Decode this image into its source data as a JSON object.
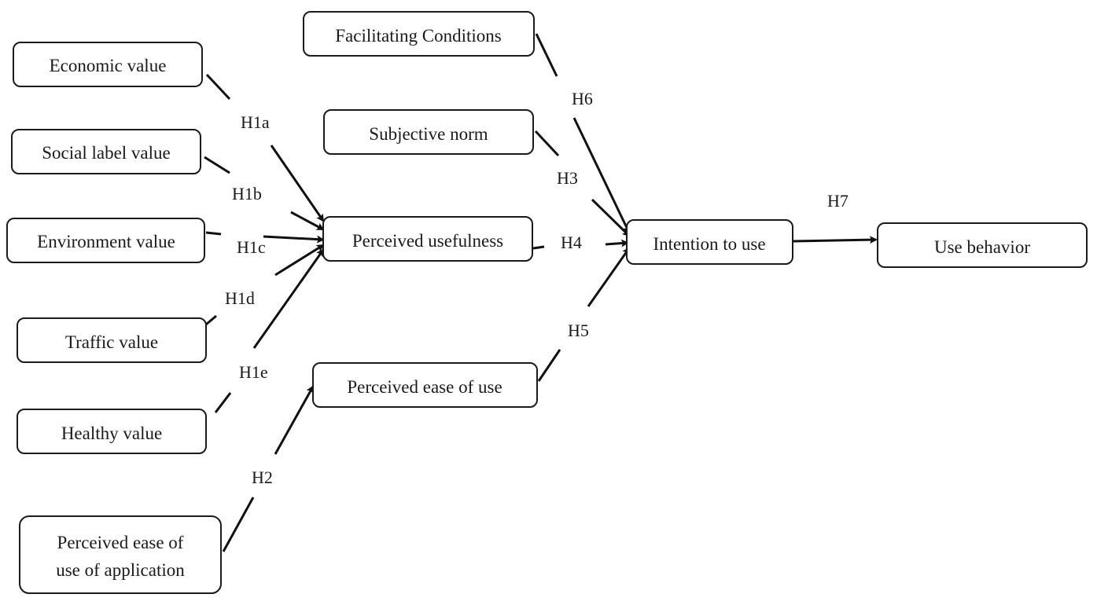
{
  "nodes": {
    "economic_value": "Economic value",
    "social_label_value": "Social label value",
    "environment_value": "Environment value",
    "traffic_value": "Traffic value",
    "healthy_value": "Healthy value",
    "perceived_ease_app_line1": "Perceived ease of",
    "perceived_ease_app_line2": "use of application",
    "facilitating_conditions": "Facilitating Conditions",
    "subjective_norm": "Subjective norm",
    "perceived_usefulness": "Perceived usefulness",
    "perceived_ease_of_use": "Perceived ease of use",
    "intention_to_use": "Intention to use",
    "use_behavior": "Use behavior"
  },
  "hypotheses": {
    "h1a": "H1a",
    "h1b": "H1b",
    "h1c": "H1c",
    "h1d": "H1d",
    "h1e": "H1e",
    "h2": "H2",
    "h3": "H3",
    "h4": "H4",
    "h5": "H5",
    "h6": "H6",
    "h7": "H7"
  },
  "edges": [
    {
      "from": "economic_value",
      "to": "perceived_usefulness",
      "label": "h1a"
    },
    {
      "from": "social_label_value",
      "to": "perceived_usefulness",
      "label": "h1b"
    },
    {
      "from": "environment_value",
      "to": "perceived_usefulness",
      "label": "h1c"
    },
    {
      "from": "traffic_value",
      "to": "perceived_usefulness",
      "label": "h1d"
    },
    {
      "from": "healthy_value",
      "to": "perceived_usefulness",
      "label": "h1e"
    },
    {
      "from": "perceived_ease_app",
      "to": "perceived_ease_of_use",
      "label": "h2"
    },
    {
      "from": "subjective_norm",
      "to": "intention_to_use",
      "label": "h3"
    },
    {
      "from": "perceived_usefulness",
      "to": "intention_to_use",
      "label": "h4"
    },
    {
      "from": "perceived_ease_of_use",
      "to": "intention_to_use",
      "label": "h5"
    },
    {
      "from": "facilitating_conditions",
      "to": "intention_to_use",
      "label": "h6"
    },
    {
      "from": "intention_to_use",
      "to": "use_behavior",
      "label": "h7"
    }
  ]
}
